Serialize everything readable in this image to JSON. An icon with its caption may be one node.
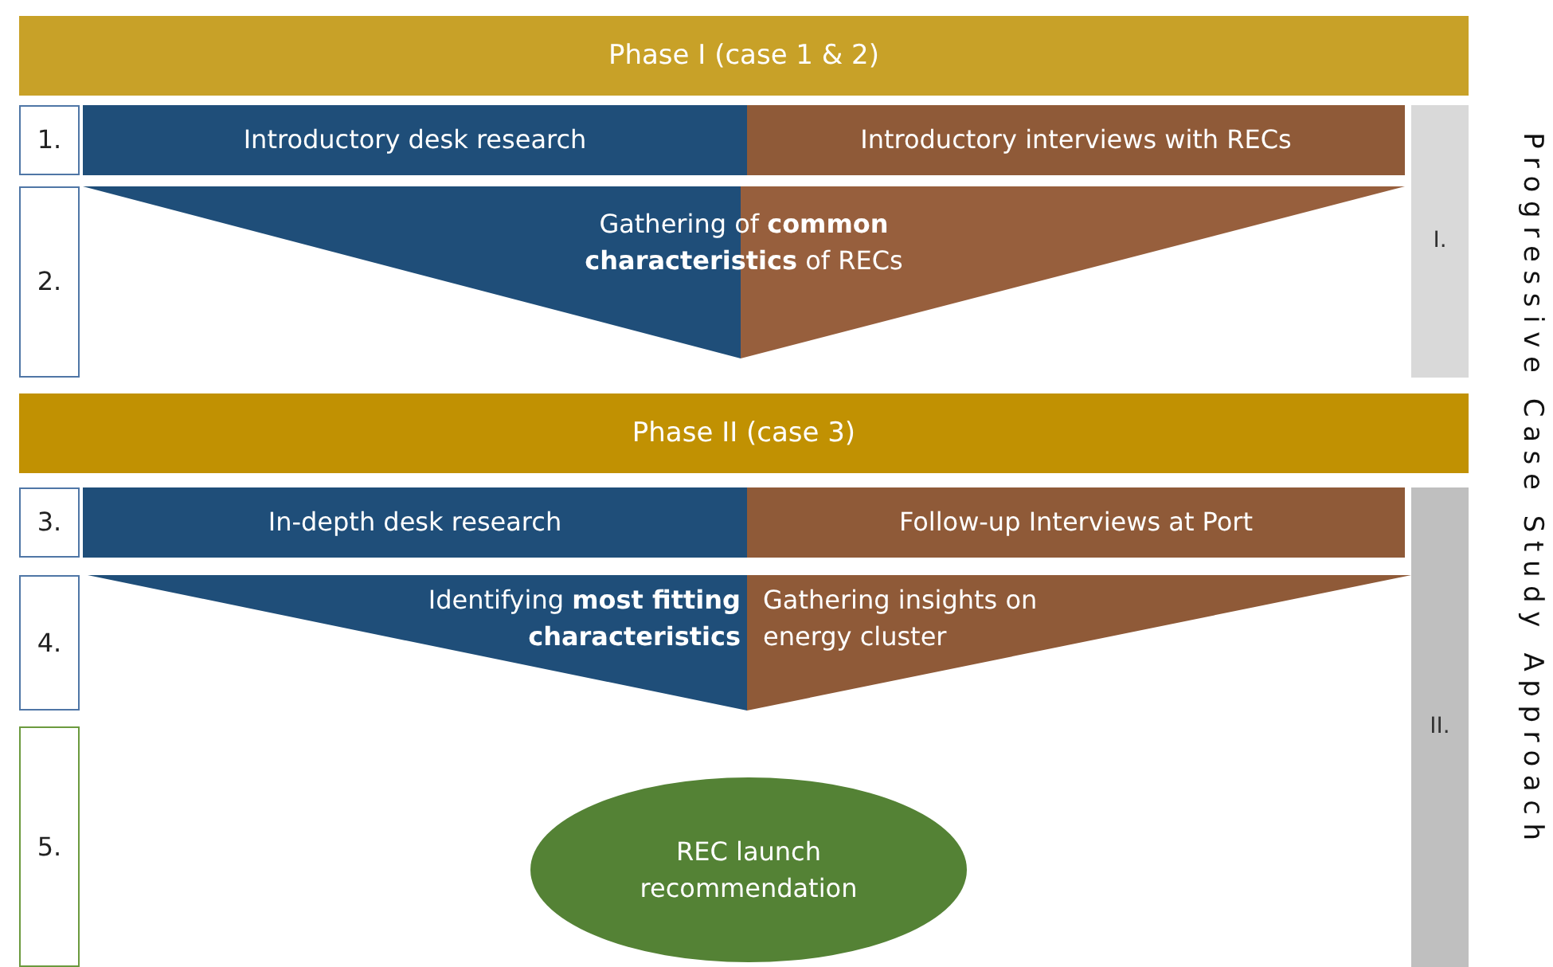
{
  "diagram": {
    "nodes": [
      {
        "text": [
          "Phase I (case 1 & 2)"
        ]
      },
      {
        "text": [
          "1."
        ]
      },
      {
        "text": [
          "Introductory desk research"
        ]
      },
      {
        "text": [
          "Introductory interviews with  RECs"
        ]
      },
      {
        "text": [
          "I."
        ]
      },
      {
        "text": [
          "2."
        ]
      },
      {
        "text": [
          "Gathering of **common characteristics** of RECs"
        ]
      },
      {
        "text": [
          "Phase II (case 3)"
        ]
      },
      {
        "text": [
          "3."
        ]
      },
      {
        "text": [
          "In-depth desk research"
        ]
      },
      {
        "text": [
          "Follow-up Interviews at Port"
        ]
      },
      {
        "text": [
          "II."
        ]
      },
      {
        "text": [
          "4."
        ]
      },
      {
        "text": [
          "Identifying **most fitting characteristics**"
        ]
      },
      {
        "text": [
          "Gathering insights on energy cluster"
        ]
      },
      {
        "text": [
          "5."
        ]
      },
      {
        "text": [
          "REC launch recommendation"
        ]
      }
    ],
    "labels": [
      "Progressive Case Study Approach"
    ]
  }
}
